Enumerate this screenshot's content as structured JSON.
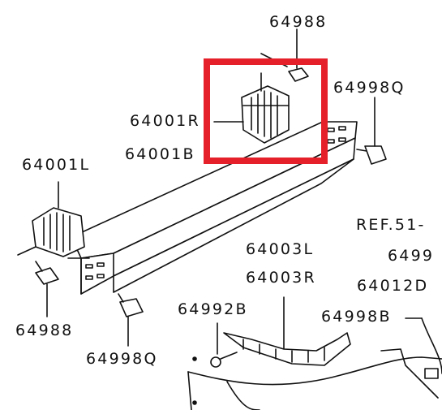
{
  "diagram": {
    "part_labels": {
      "bolt_top": "64988",
      "bolt_top_right": "64998Q",
      "bracket_right": "64001R",
      "bracket_b": "64001B",
      "bracket_left": "64001L",
      "bolt_left": "64988",
      "bolt_left_lower": "64998Q",
      "ref": "REF.51-",
      "ref_partial": "6499",
      "part_64003l": "64003L",
      "part_64003r": "64003R",
      "part_64012d": "64012D",
      "part_64992b": "64992B",
      "part_64998b": "64998B"
    },
    "colors": {
      "line": "#111111",
      "highlight": "#e5202a",
      "background": "#ffffff"
    }
  }
}
